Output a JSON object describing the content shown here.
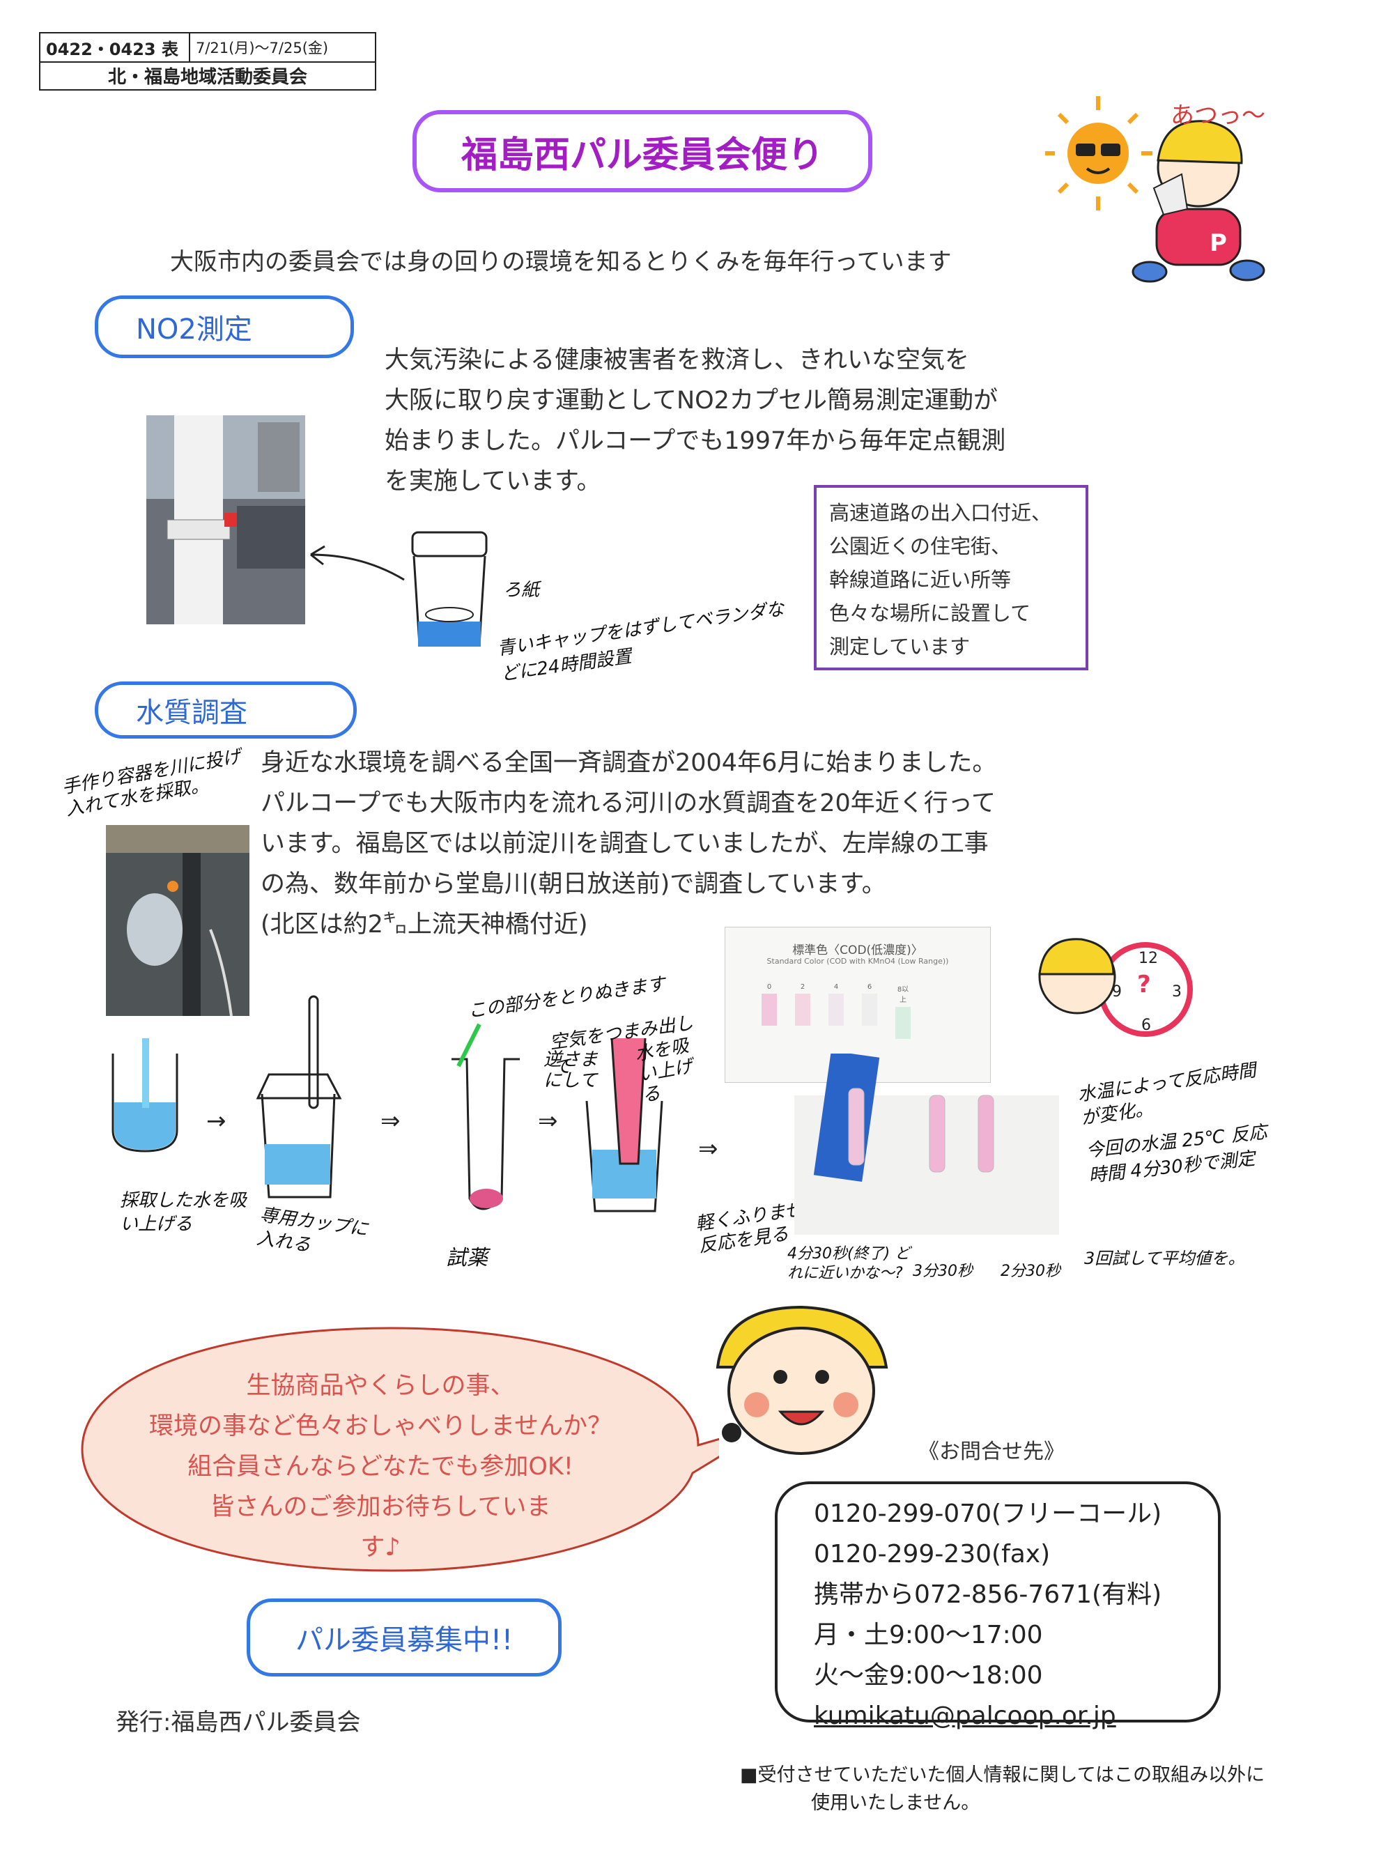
{
  "header": {
    "code": "0422・0423 表",
    "dates": "7/21(月)〜7/25(金)",
    "committee": "北・福島地域活動委員会"
  },
  "title": "福島西パル委員会便り",
  "mascot_exclaim": "あつっ〜",
  "intro": "大阪市内の委員会では身の回りの環境を知るとりくみを毎年行っています",
  "no2": {
    "heading": "NO2測定",
    "lines": [
      "大気汚染による健康被害者を救済し、きれいな空気を",
      "大阪に取り戻す運動としてNO2カプセル簡易測定運動が",
      "始まりました。パルコープでも1997年から毎年定点観測",
      "を実施しています。"
    ],
    "note_paper": "ろ紙",
    "note_install": "青いキャップをはずしてベランダなどに24時間設置",
    "locations": [
      "高速道路の出入口付近、",
      "公園近くの住宅街、",
      "幹線道路に近い所等",
      "色々な場所に設置して",
      "測定しています"
    ]
  },
  "water": {
    "heading": "水質調査",
    "lines": [
      "身近な水環境を調べる全国一斉調査が2004年6月に始まりました。",
      "パルコープでも大阪市内を流れる河川の水質調査を20年近く行って",
      "います。福島区では以前淀川を調査していましたが、左岸線の工事",
      "の為、数年前から堂島川(朝日放送前)で調査しています。",
      "(北区は約2㌔上流天神橋付近)"
    ],
    "note_sample": "手作り容器を川に投げ入れて水を採取。",
    "steps": {
      "s1": "採取した水を吸い上げる",
      "s2": "専用カップに入れる",
      "s3": "試薬",
      "s3_top": "この部分をとりぬきます",
      "s3_pinch": "空気をつまみ出して",
      "s3_flip": "逆さまにして",
      "s4": "水を吸い上げる",
      "s5": "軽くふりまぜ反応を見る"
    },
    "chart_title": "標準色〈COD(低濃度)〉",
    "chart_subtitle": "Standard Color (COD with KMnO4 (Low Range))",
    "chart_scale": [
      "0",
      "2",
      "4",
      "6",
      "8以上"
    ],
    "note_temp": "水温によって反応時間が変化。",
    "note_today": "今回の水温 25℃ 反応時間 4分30秒で測定",
    "results": [
      "4分30秒(終了) どれに近いかな〜?",
      "3分30秒",
      "2分30秒"
    ],
    "note_avg": "3回試して平均値を。"
  },
  "bubble": {
    "lines": [
      "生協商品やくらしの事、",
      "環境の事など色々おしゃべりしませんか？",
      "組合員さんならどなたでも参加OK!",
      "皆さんのご参加お待ちしていま",
      "す♪"
    ]
  },
  "recruit": "パル委員募集中!!",
  "publisher": "発行:福島西パル委員会",
  "contact": {
    "label": "《お問合せ先》",
    "lines": [
      "0120-299-070(フリーコール)",
      "0120-299-230(fax)",
      "携帯から072-856-7671(有料)",
      "月・土9:00〜17:00",
      "火〜金9:00〜18:00"
    ],
    "email": "kumikatu@palcoop.or.jp"
  },
  "privacy": [
    "■受付させていただいた個人情報に関してはこの取組み以外に",
    "使用いたしません。"
  ],
  "colors": {
    "title": "#a21ec2",
    "accent_blue": "#3378e6",
    "bubble_fill": "#fbe3d8",
    "bubble_text": "#d9534f"
  }
}
